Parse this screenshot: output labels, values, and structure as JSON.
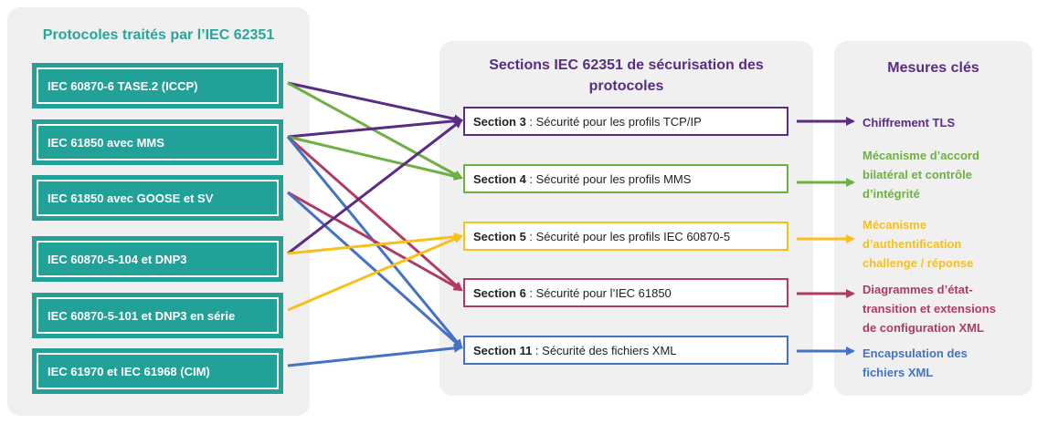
{
  "left": {
    "title": "Protocoles traités par l’IEC 62351",
    "protocols": [
      "IEC 60870-6 TASE.2 (ICCP)",
      "IEC 61850 avec MMS",
      "IEC 61850 avec GOOSE et SV",
      "IEC 60870-5-104 et DNP3",
      "IEC 60870-5-101 et DNP3 en série",
      "IEC 61970 et IEC 61968 (CIM)"
    ]
  },
  "middle": {
    "title_line1": "Sections IEC 62351 de sécurisation des",
    "title_line2": "protocoles",
    "sections": [
      {
        "label": "Section 3",
        "text": " : Sécurité pour les profils TCP/IP",
        "color": "#5b2c83"
      },
      {
        "label": "Section 4",
        "text": " : Sécurité pour les profils MMS",
        "color": "#6fb043"
      },
      {
        "label": "Section 5",
        "text": " : Sécurité pour les profils IEC 60870-5",
        "color": "#f7c01a"
      },
      {
        "label": "Section 6",
        "text": " : Sécurité pour l’IEC 61850",
        "color": "#b03a63"
      },
      {
        "label": "Section 11",
        "text": " : Sécurité des fichiers XML",
        "color": "#4472c4"
      }
    ]
  },
  "right": {
    "title": "Mesures clés",
    "measures": [
      {
        "lines": [
          "Chiffrement TLS"
        ],
        "color": "#5b2c83"
      },
      {
        "lines": [
          "Mécanisme d’accord",
          "bilatéral et contrôle",
          "d’intégrité"
        ],
        "color": "#6fb043"
      },
      {
        "lines": [
          "Mécanisme",
          "d’authentification",
          "challenge / réponse"
        ],
        "color": "#f7c01a"
      },
      {
        "lines": [
          "Diagrammes d’état-",
          "transition et extensions",
          "de configuration XML"
        ],
        "color": "#b03a63"
      },
      {
        "lines": [
          "Encapsulation des",
          "fichiers XML"
        ],
        "color": "#4472c4"
      }
    ]
  },
  "connections": [
    {
      "from": 0,
      "to": 0
    },
    {
      "from": 0,
      "to": 1
    },
    {
      "from": 1,
      "to": 0
    },
    {
      "from": 1,
      "to": 1
    },
    {
      "from": 1,
      "to": 3
    },
    {
      "from": 1,
      "to": 4
    },
    {
      "from": 2,
      "to": 3
    },
    {
      "from": 2,
      "to": 4
    },
    {
      "from": 3,
      "to": 0
    },
    {
      "from": 3,
      "to": 2
    },
    {
      "from": 4,
      "to": 2
    },
    {
      "from": 5,
      "to": 4
    }
  ]
}
